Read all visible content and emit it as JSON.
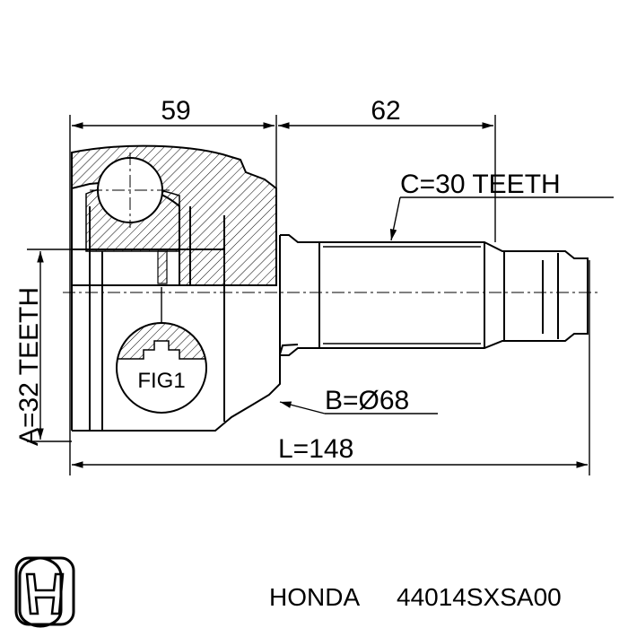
{
  "dimensions": {
    "left_length": "59",
    "shaft_length": "62",
    "outer_spline": "C=30 TEETH",
    "inner_spline": "A=32 TEETH",
    "diameter": "B=Ø68",
    "total_length": "L=148",
    "figure_label": "FIG1"
  },
  "part": {
    "brand": "HONDA",
    "number": "44014SXSA00",
    "logo": "honda-h-logo"
  }
}
